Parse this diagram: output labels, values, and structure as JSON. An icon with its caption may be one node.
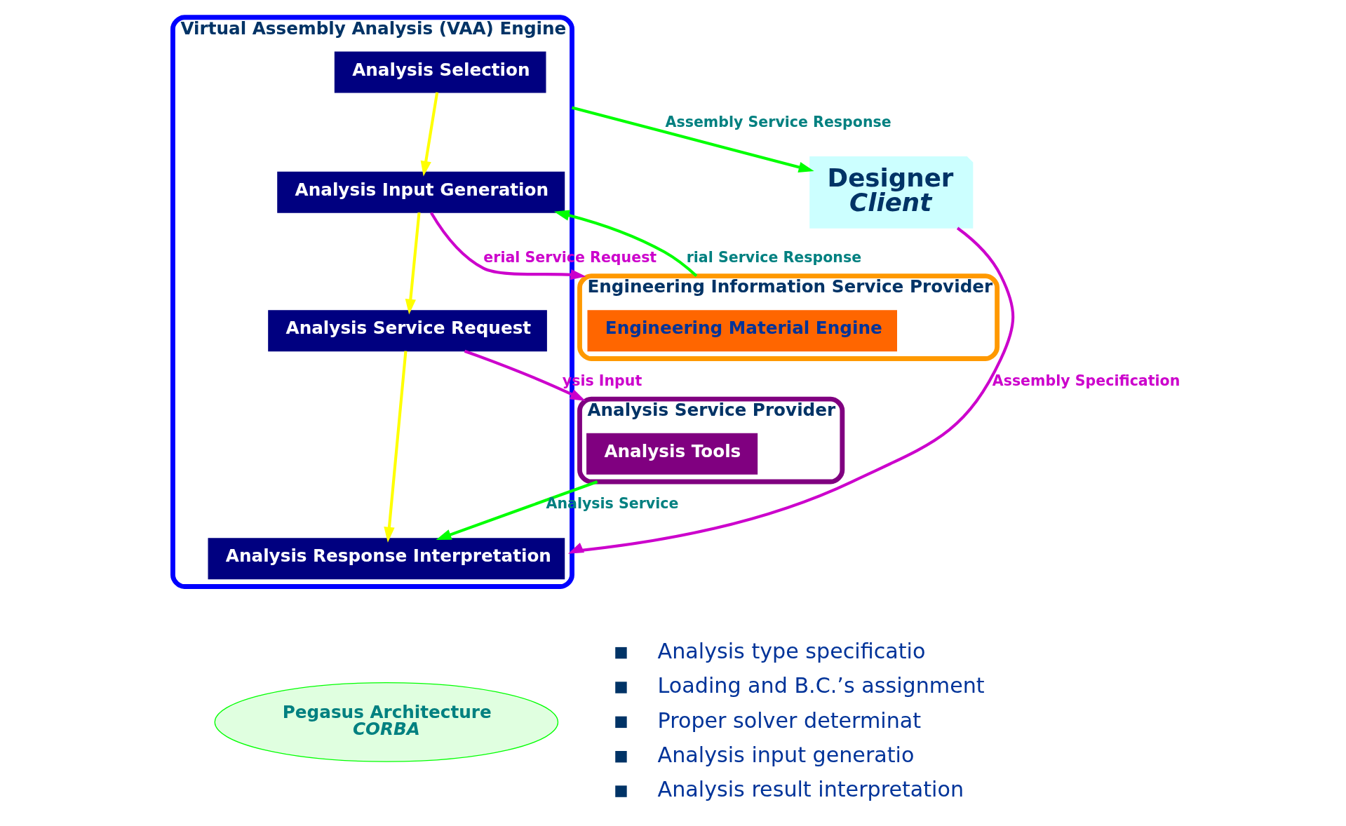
{
  "diagram": {
    "nodes": [
      {
        "text": [
          "Virtual Assembly Analysis (VAA) Engine"
        ]
      },
      {
        "text": [
          "Analysis Selection"
        ],
        "in": 0
      },
      {
        "text": [
          "Analysis Input Generation"
        ],
        "in": 0
      },
      {
        "text": [
          "Analysis Service Request"
        ],
        "in": 0
      },
      {
        "text": [
          "Analysis Response Interpretation"
        ],
        "in": 0
      },
      {
        "text": [
          "Designer",
          "Client"
        ]
      },
      {
        "text": [
          "Pegasus Architecture",
          "CORBA"
        ]
      },
      {
        "text": [
          "Engineering Information Service Provider"
        ]
      },
      {
        "text": [
          "Engineering Material Engine"
        ],
        "in": 7
      },
      {
        "text": [
          "Analysis Service Provider"
        ]
      },
      {
        "text": [
          "Analysis Tools"
        ],
        "in": 9
      }
    ],
    "edges": [
      {
        "from": 1,
        "to": 2,
        "arrow": "to",
        "color": "#ffff00"
      },
      {
        "from": 2,
        "to": 3,
        "arrow": "to",
        "color": "#ffff00"
      },
      {
        "from": 3,
        "to": 4,
        "arrow": "to",
        "color": "#ffff00"
      },
      {
        "from": 5,
        "to": 0,
        "arrow": "to",
        "label": "Assembly Specification",
        "color": "#cc00cc"
      },
      {
        "from": 0,
        "to": 5,
        "arrow": "to",
        "label": "Assembly Service Response",
        "color": "#00ff00"
      },
      {
        "from": 2,
        "to": 7,
        "arrow": "to",
        "label": "erial Service Request",
        "color": "#cc00cc"
      },
      {
        "from": 7,
        "to": 2,
        "arrow": "to",
        "label": "rial Service Response",
        "color": "#00ff00"
      },
      {
        "from": 3,
        "to": 9,
        "arrow": "to",
        "label": "ysis Input",
        "color": "#cc00cc"
      },
      {
        "from": 9,
        "to": 4,
        "arrow": "to",
        "label": "Analysis Service",
        "color": "#00ff00"
      }
    ],
    "labels": [
      "Analysis type specificatio",
      "Loading and B.C.’s assignment",
      "Proper solver determinat",
      "Analysis input generatio",
      "Analysis result interpretation"
    ]
  }
}
